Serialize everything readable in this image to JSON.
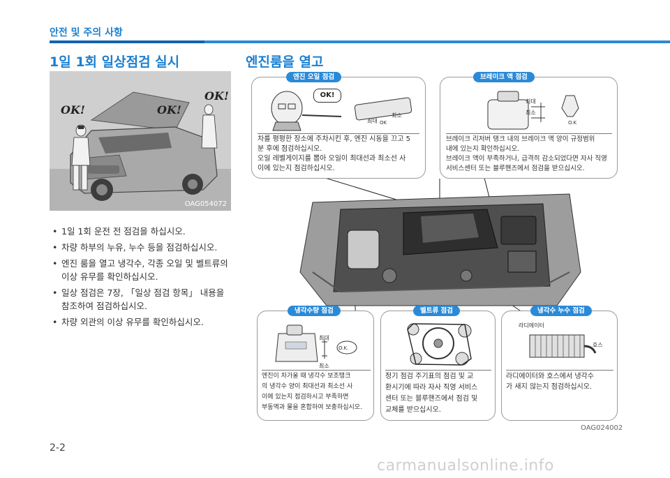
{
  "header": {
    "section_title": "안전 및 주의 사항"
  },
  "left": {
    "title": "1일 1회 일상점검 실시",
    "photo": {
      "code": "OAG054072",
      "ok_labels": [
        "OK!",
        "OK!",
        "OK!"
      ]
    },
    "bullets": [
      "1일 1회 운전 전 점검을 하십시오.",
      "차량 하부의 누유, 누수 등을 점검하십시오.",
      "엔진 룸을 열고 냉각수, 각종 오일 및 벨트류의 이상 유무를 확인하십시오.",
      "일상 점검은 7장, 「일상 점검 항목」 내용을 참조하여 점검하십시오.",
      "차량 외관의 이상 유무를 확인하십시오."
    ]
  },
  "right": {
    "title": "엔진룸을 열고",
    "figure_code": "OAG024002",
    "cards": {
      "engine_oil": {
        "label": "엔진 오일 점검",
        "ok": "OK!",
        "max": "최대",
        "min": "최소",
        "ok_small": "OK",
        "text": [
          "차를 평평한 장소에 주차시킨 후, 엔진 시동을 끄고 5",
          "분 후에 점검하십시오.",
          "오일 레벨게이지를 뽑아 오일이 최대선과  최소선 사",
          "이에 있는지 점검하십시오."
        ]
      },
      "brake_fluid": {
        "label": "브레이크 액 점검",
        "max": "최대",
        "min": "최소",
        "ok": "O.K",
        "text": [
          "브레이크 리저버 탱크 내의 브레이크 액 양이 규정범위",
          "내에 있는지 확인하십시오.",
          "브레이크 액이 부족하거나, 급격히 감소되었다면 자사 직영",
          "서비스센터 또는 블루핸즈에서 점검을 받으십시오."
        ]
      },
      "coolant_level": {
        "label": "냉각수량 점검",
        "max": "최대",
        "min": "최소",
        "ok": "O.K.",
        "text": [
          "엔진이 차가울 때 냉각수 보조탱크",
          "의 냉각수 양이 최대선과 최소선 사",
          "이에 있는지 점검하시고 부족하면",
          "부동액과 물을 혼합하여 보충하십시오."
        ]
      },
      "belt": {
        "label": "벨트류 점검",
        "text": [
          "정기 점검 주기표의 점검 및 교",
          "환시기에 따라 자사 직영 서비스",
          "센터 또는 블루핸즈에서 점검 및",
          "교체를 받으십시오."
        ]
      },
      "coolant_leak": {
        "label": "냉각수  누수  점검",
        "radiator": "라디에이터",
        "hose": "호스",
        "text": [
          "라디에이터와 호스에서 냉각수",
          "가 새지 않는지 점검하십시오."
        ]
      }
    }
  },
  "footer": {
    "page": "2-2",
    "watermark": "carmanualsonline.info"
  }
}
